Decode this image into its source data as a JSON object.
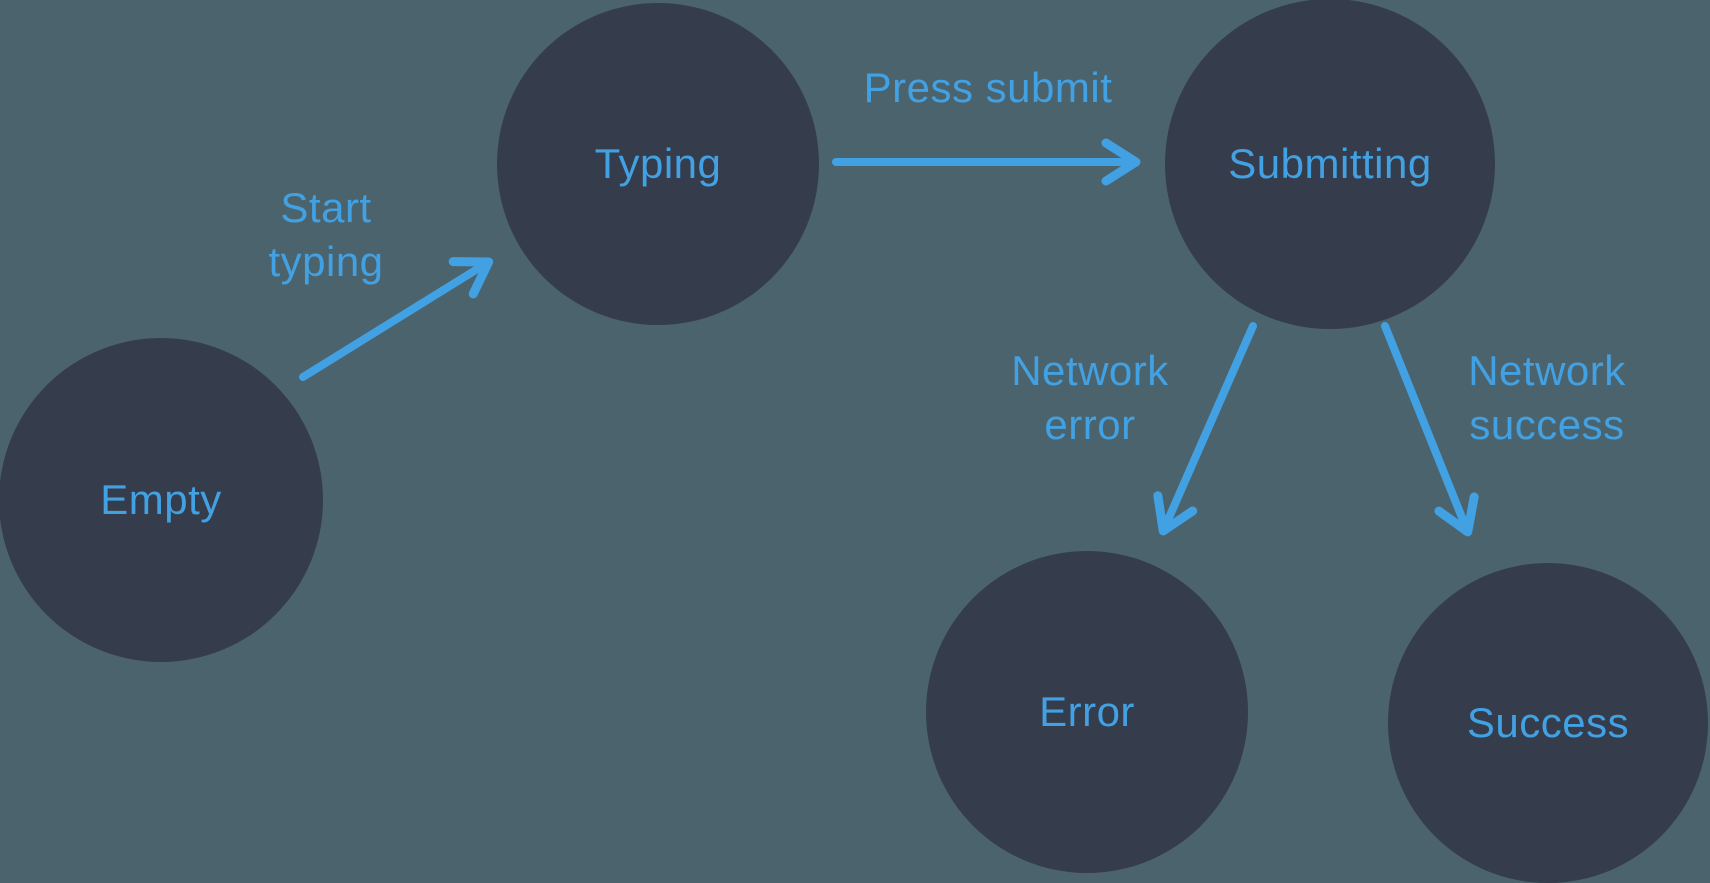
{
  "colors": {
    "background": "#4B636D",
    "node_fill": "#353C4B",
    "accent": "#42A1E3"
  },
  "nodes": [
    {
      "id": "empty",
      "label": "Empty"
    },
    {
      "id": "typing",
      "label": "Typing"
    },
    {
      "id": "submitting",
      "label": "Submitting"
    },
    {
      "id": "error",
      "label": "Error"
    },
    {
      "id": "success",
      "label": "Success"
    }
  ],
  "edges": [
    {
      "from": "empty",
      "to": "typing",
      "label": "Start\ntyping"
    },
    {
      "from": "typing",
      "to": "submitting",
      "label": "Press submit"
    },
    {
      "from": "submitting",
      "to": "error",
      "label": "Network\nerror"
    },
    {
      "from": "submitting",
      "to": "success",
      "label": "Network\nsuccess"
    }
  ]
}
